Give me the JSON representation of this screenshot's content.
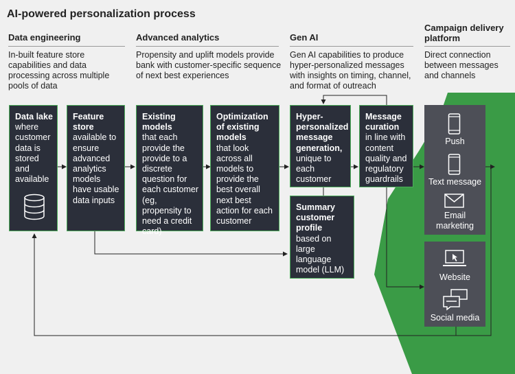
{
  "title": "AI-powered personalization process",
  "columns": [
    {
      "heading": "Data engineering",
      "description": "In-built feature store capabilities and data processing across multiple pools of data"
    },
    {
      "heading": "Advanced analytics",
      "description": "Propensity and uplift models provide bank with customer-specific sequence of next best experiences"
    },
    {
      "heading": "Gen AI",
      "description": "Gen AI capabilities to produce hyper-personalized messages with insights on timing, channel, and format of outreach"
    },
    {
      "heading": "Campaign delivery platform",
      "description": "Direct connection between messages and channels"
    }
  ],
  "boxes": {
    "data_lake": {
      "title": "Data lake",
      "body": "where customer data is stored and available"
    },
    "feature_store": {
      "title": "Feature store",
      "body": "available to ensure advanced analytics models have usable data inputs"
    },
    "existing_models": {
      "title": "Existing models",
      "body": "that each provide the provide to a discrete question for each customer (eg, propensity to need a credit card)"
    },
    "optimization": {
      "title": "Optimization of existing models",
      "body": "that look across all models to provide the best overall next best action for each customer"
    },
    "hyper": {
      "title": "Hyper-personalized message generation,",
      "body": "unique to each customer"
    },
    "curation": {
      "title": "Message curation",
      "body": "in line with content quality and regulatory guardrails"
    },
    "summary": {
      "title": "Summary customer profile",
      "body": "based on large language model (LLM)"
    }
  },
  "channels": {
    "push": "Push",
    "text": "Text message",
    "email": "Email marketing",
    "website": "Website",
    "social": "Social media"
  },
  "icons": [
    "database-icon",
    "phone-icon",
    "envelope-icon",
    "laptop-icon",
    "chat-bubbles-icon"
  ],
  "colors": {
    "box": "#2b2f3a",
    "accent_green": "#3a9b46",
    "channel_box": "#4d4f57"
  }
}
